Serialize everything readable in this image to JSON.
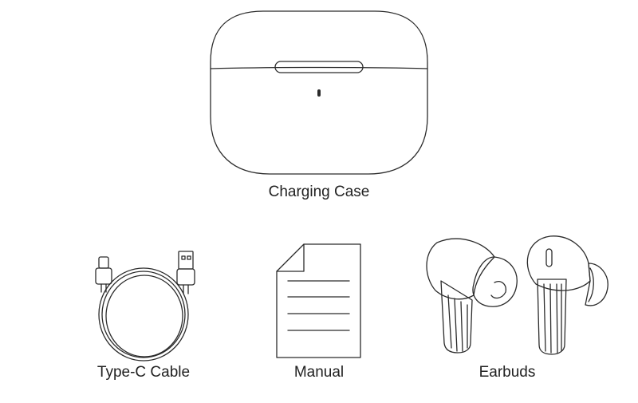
{
  "items": [
    {
      "id": "case",
      "label": "Charging Case",
      "icon": "charging-case-icon"
    },
    {
      "id": "cable",
      "label": "Type-C Cable",
      "icon": "type-c-cable-icon"
    },
    {
      "id": "manual",
      "label": "Manual",
      "icon": "manual-document-icon"
    },
    {
      "id": "earbuds",
      "label": "Earbuds",
      "icon": "earbuds-icon"
    }
  ],
  "colors": {
    "line": "#2b2b2b",
    "background": "#ffffff"
  }
}
